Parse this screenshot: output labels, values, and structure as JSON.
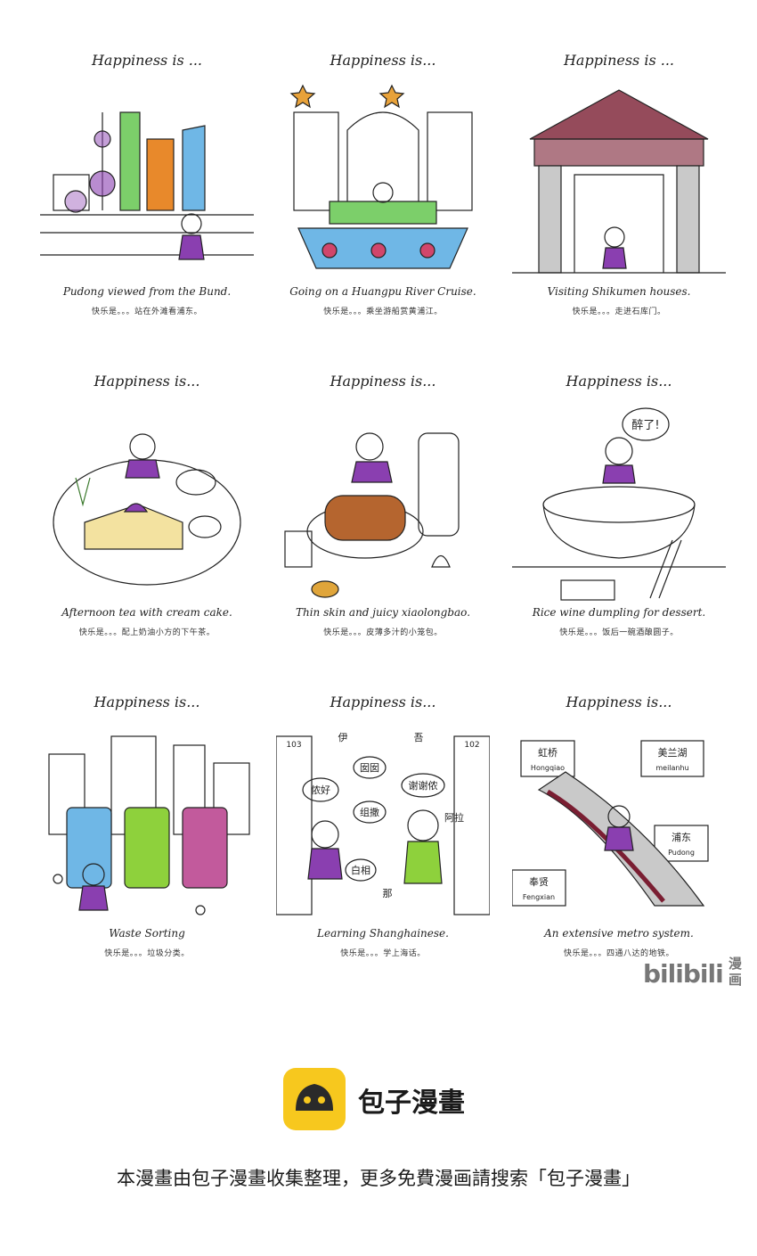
{
  "panels": [
    {
      "heading": "Happiness is ...",
      "caption": "Pudong viewed from the Bund.",
      "subcaption": "快乐是。。。站在外滩看浦东。",
      "art": "pudong-skyline"
    },
    {
      "heading": "Happiness is...",
      "caption": "Going on a Huangpu River Cruise.",
      "subcaption": "快乐是。。。乘坐游船赏黄浦江。",
      "art": "river-cruise"
    },
    {
      "heading": "Happiness is ...",
      "caption": "Visiting Shikumen houses.",
      "subcaption": "快乐是。。。走进石库门。",
      "art": "shikumen"
    },
    {
      "heading": "Happiness is...",
      "caption": "Afternoon tea with cream cake.",
      "subcaption": "快乐是。。。配上奶油小方的下午茶。",
      "art": "afternoon-tea"
    },
    {
      "heading": "Happiness is...",
      "caption": "Thin skin and juicy xiaolongbao.",
      "subcaption": "快乐是。。。皮薄多汁的小笼包。",
      "art": "xiaolongbao"
    },
    {
      "heading": "Happiness is...",
      "caption": "Rice wine dumpling for dessert.",
      "subcaption": "快乐是。。。饭后一碗酒酿圆子。",
      "art": "rice-wine",
      "bubble": "醉了!"
    },
    {
      "heading": "Happiness is...",
      "caption": "Waste Sorting",
      "subcaption": "快乐是。。。垃圾分类。",
      "art": "waste-sorting"
    },
    {
      "heading": "Happiness is...",
      "caption": "Learning Shanghainese.",
      "subcaption": "快乐是。。。学上海话。",
      "art": "shanghainese",
      "words": [
        "侬好",
        "囡囡",
        "谢谢侬",
        "组撒",
        "白相",
        "阿拉",
        "伊",
        "吾",
        "那"
      ],
      "doors": [
        "103",
        "102"
      ]
    },
    {
      "heading": "Happiness is...",
      "caption": "An extensive metro system.",
      "subcaption": "快乐是。。。四通八达的地铁。",
      "art": "metro",
      "stations": [
        {
          "cn": "虹桥",
          "en": "Hongqiao"
        },
        {
          "cn": "美兰湖",
          "en": "meilanhu"
        },
        {
          "cn": "浦东",
          "en": "Pudong"
        },
        {
          "cn": "奉贤",
          "en": "Fengxian"
        }
      ]
    }
  ],
  "watermark": {
    "text": "bilibili",
    "cn": "漫画"
  },
  "footer": {
    "brand": "包子漫畫",
    "note": "本漫畫由包子漫畫收集整理，更多免費漫画請搜索「包子漫畫」"
  },
  "colors": {
    "logo": "#f7c81e",
    "purple": "#8a3fb0",
    "green": "#8ed13c",
    "blue": "#6fb7e6",
    "orange": "#e8892b",
    "maroon": "#7a1e32",
    "brown": "#b5652f"
  }
}
